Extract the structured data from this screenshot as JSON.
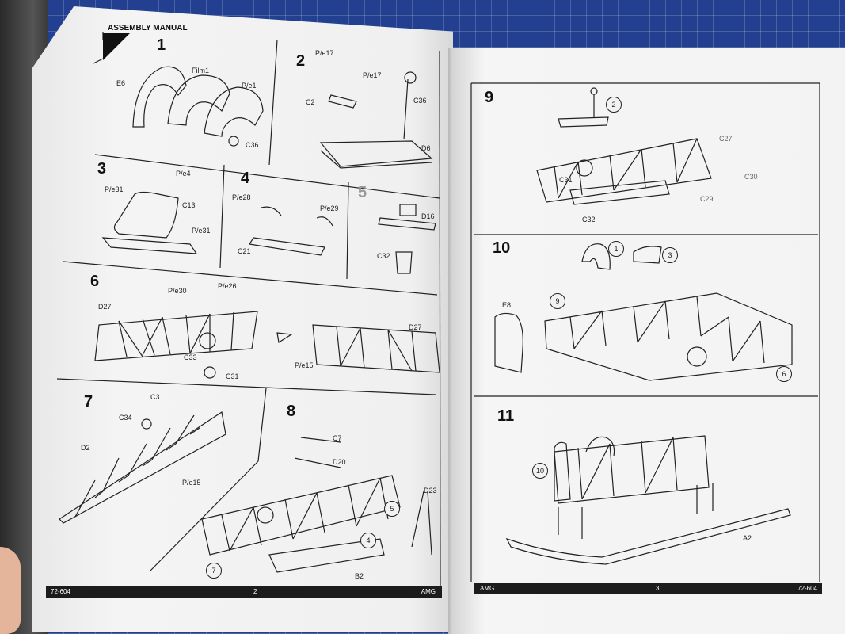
{
  "left_page": {
    "header": "ASSEMBLY MANUAL",
    "footer_left": "72-604",
    "footer_center": "2",
    "footer_right": "AMG",
    "steps": {
      "s1": "1",
      "s2": "2",
      "s3": "3",
      "s4": "4",
      "s5": "5",
      "s6": "6",
      "s7": "7",
      "s8": "8"
    },
    "labels": {
      "film1": "Film1",
      "e6": "E6",
      "pe1": "P/e1",
      "c36a": "C36",
      "pe17a": "P/e17",
      "pe17b": "P/e17",
      "c2": "C2",
      "c36b": "C36",
      "d6": "D6",
      "pe4": "P/e4",
      "pe31a": "P/e31",
      "c13": "C13",
      "pe31b": "P/e31",
      "pe28": "P/e28",
      "pe29": "P/e29",
      "c21": "C21",
      "d16": "D16",
      "c32": "C32",
      "pe30": "P/e30",
      "pe26": "P/e26",
      "d27a": "D27",
      "c33": "C33",
      "c31": "C31",
      "d27b": "D27",
      "pe15a": "P/e15",
      "c3": "C3",
      "c34": "C34",
      "d2": "D2",
      "pe15b": "P/e15",
      "c7": "C7",
      "d20": "D20",
      "d23": "D23",
      "b2": "B2"
    },
    "circles": {
      "c5": "5",
      "c4": "4",
      "c7": "7"
    }
  },
  "right_page": {
    "footer_left": "AMG",
    "footer_center": "3",
    "footer_right": "72-604",
    "steps": {
      "s9": "9",
      "s10": "10",
      "s11": "11"
    },
    "labels": {
      "c27": "C27",
      "c31": "C31",
      "c30": "C30",
      "c29": "C29",
      "c32": "C32",
      "e8": "E8",
      "a2": "A2"
    },
    "circles": {
      "r2": "2",
      "r1": "1",
      "r3": "3",
      "r9": "9",
      "r6": "6",
      "r10": "10"
    }
  }
}
